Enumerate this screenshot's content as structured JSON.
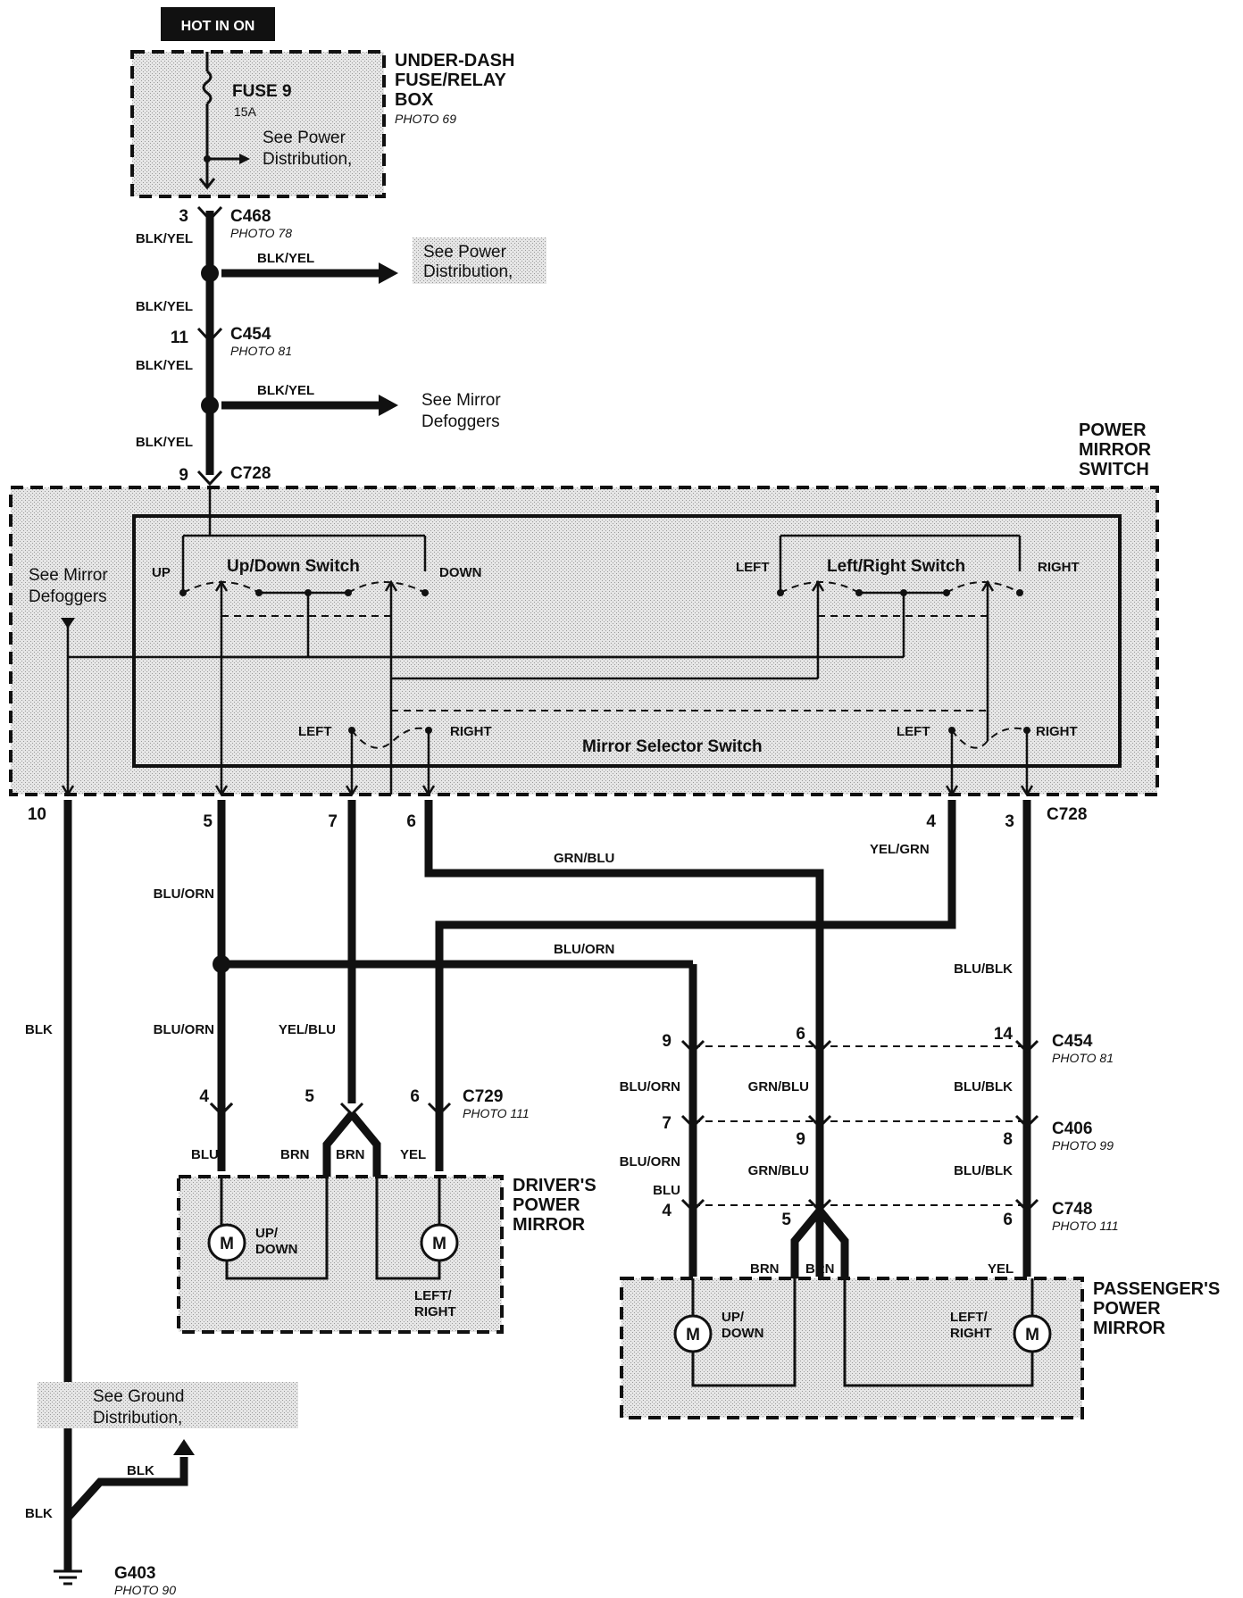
{
  "header": {
    "hot_label": "HOT IN ON"
  },
  "fuse_box": {
    "title_lines": [
      "UNDER-DASH",
      "FUSE/RELAY",
      "BOX"
    ],
    "photo": "PHOTO 69",
    "fuse_name": "FUSE 9",
    "fuse_rating": "15A",
    "see_lines": [
      "See Power",
      "Distribution,"
    ]
  },
  "connectors": {
    "c468": {
      "name": "C468",
      "photo": "PHOTO 78",
      "pin": "3"
    },
    "c454_top": {
      "name": "C454",
      "photo": "PHOTO 81",
      "pin": "11"
    },
    "c728_top": {
      "name": "C728",
      "pin": "9"
    },
    "c728_bottom": {
      "name": "C728",
      "pins": [
        "10",
        "5",
        "7",
        "6",
        "4",
        "3"
      ]
    },
    "c729": {
      "name": "C729",
      "photo": "PHOTO 111",
      "pins": [
        "4",
        "5",
        "6"
      ]
    },
    "c454_right": {
      "name": "C454",
      "photo": "PHOTO 81",
      "pins": [
        "9",
        "6",
        "14"
      ]
    },
    "c406": {
      "name": "C406",
      "photo": "PHOTO 99",
      "pins": [
        "7",
        "9",
        "8"
      ]
    },
    "c748": {
      "name": "C748",
      "photo": "PHOTO 111",
      "pins": [
        "4",
        "5",
        "6"
      ]
    },
    "g403": {
      "name": "G403",
      "photo": "PHOTO 90"
    }
  },
  "wires": {
    "blk_yel": "BLK/YEL",
    "blu_orn": "BLU/ORN",
    "yel_blu": "YEL/BLU",
    "grn_blu": "GRN/BLU",
    "yel_grn": "YEL/GRN",
    "blu_blk": "BLU/BLK",
    "blk": "BLK",
    "blu": "BLU",
    "brn": "BRN",
    "yel": "YEL"
  },
  "see_power_dist": [
    "See Power",
    "Distribution,"
  ],
  "see_mirror_defoggers": [
    "See Mirror",
    "Defoggers"
  ],
  "power_mirror_switch": {
    "title_lines": [
      "POWER",
      "MIRROR",
      "SWITCH"
    ],
    "up_down_switch": "Up/Down Switch",
    "left_right_switch": "Left/Right Switch",
    "mirror_selector": "Mirror Selector Switch",
    "up": "UP",
    "down": "DOWN",
    "left": "LEFT",
    "right": "RIGHT"
  },
  "drivers_mirror": {
    "title_lines": [
      "DRIVER'S",
      "POWER",
      "MIRROR"
    ],
    "motor": "M",
    "up_down_lines": [
      "UP/",
      "DOWN"
    ],
    "left_right_lines": [
      "LEFT/",
      "RIGHT"
    ]
  },
  "passengers_mirror": {
    "title_lines": [
      "PASSENGER'S",
      "POWER",
      "MIRROR"
    ],
    "motor": "M",
    "up_down_lines": [
      "UP/",
      "DOWN"
    ],
    "left_right_lines": [
      "LEFT/",
      "RIGHT"
    ]
  },
  "see_ground_dist": [
    "See Ground",
    "Distribution,"
  ]
}
